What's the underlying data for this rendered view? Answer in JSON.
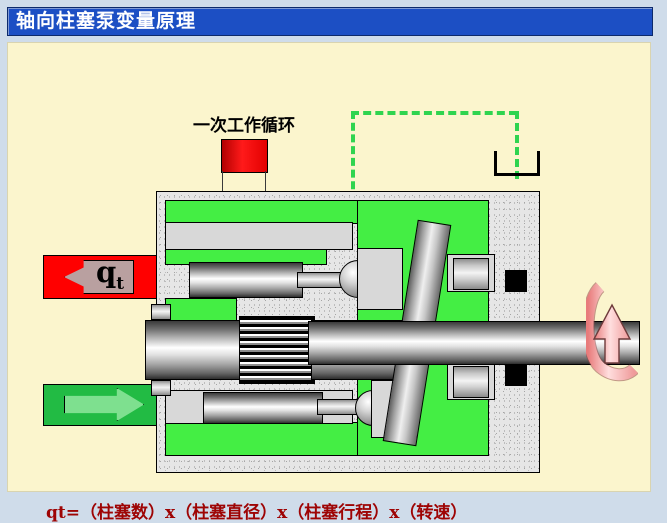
{
  "window": {
    "title": "轴向柱塞泵变量原理",
    "title_bg": "#1c4fc4",
    "title_color": "#ffffff",
    "panel_bg": "#fbf5cd",
    "desktop_bg": "#cfdcea"
  },
  "diagram": {
    "name": "axial-piston-pump-cross-section",
    "cycle_label": "一次工作循环",
    "flow_high_pressure_label": "q",
    "flow_high_pressure_subscript": "t",
    "colors": {
      "high_pressure_fluid": "#ff0000",
      "suction_fluid": "#22bb44",
      "internal_fluid": "#44ee44",
      "housing": "#e6e6e6",
      "control_dashed_line": "#2fd44f",
      "rotation_arrow": "#f6a6a6"
    },
    "parts": {
      "swashplate": "swashplate",
      "drive_shaft": "drive-shaft",
      "cylinder_block": "cylinder-block",
      "piston_upper": "piston-upper",
      "piston_lower": "piston-lower",
      "ball_joint_upper": "ball-joint-upper",
      "ball_joint_lower": "ball-joint-lower",
      "bearing_upper": "bearing-upper",
      "bearing_lower": "bearing-lower",
      "tank_symbol": "tank-symbol"
    }
  },
  "formula": {
    "text": "qt=（柱塞数）x（柱塞直径）x（柱塞行程）x（转速）",
    "color": "#9e0404"
  }
}
